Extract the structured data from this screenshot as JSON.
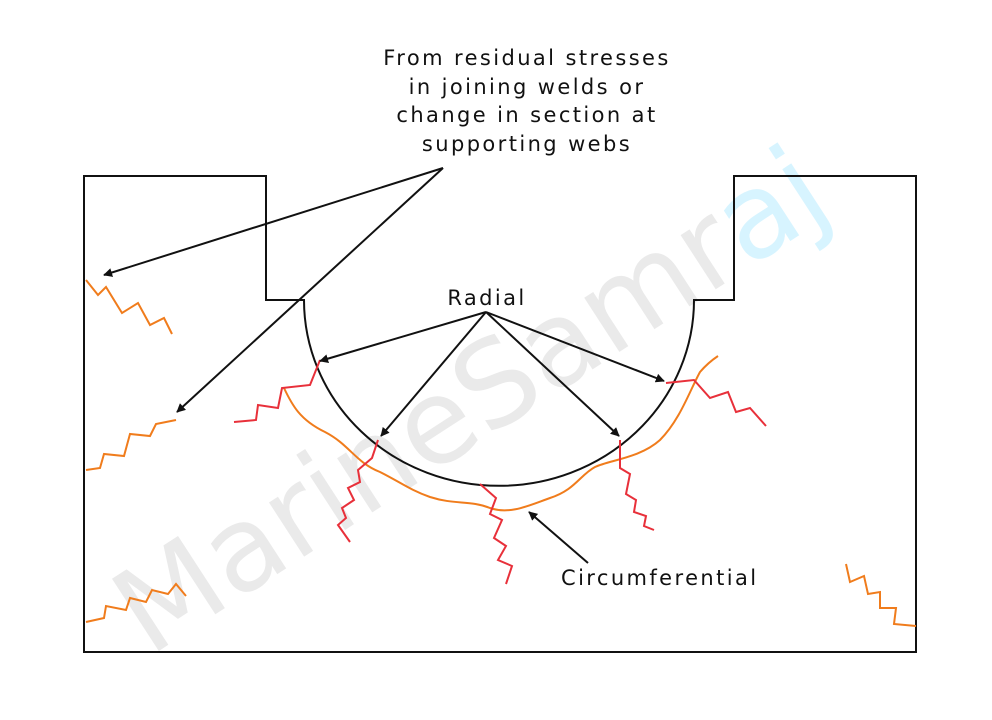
{
  "labels": {
    "source_note": [
      "From residual stresses",
      "in joining welds or",
      "change in section at",
      "supporting webs"
    ],
    "radial": "Radial",
    "circumferential": "Circumferential"
  },
  "watermark": {
    "main": "MarineSamr",
    "accent": "aj"
  },
  "colors": {
    "outline": "#111111",
    "radial_crack": "#e8303a",
    "circumferential_crack": "#f07c1c",
    "watermark_gray": "#d9d9d9",
    "watermark_blue": "#b8ecff"
  }
}
